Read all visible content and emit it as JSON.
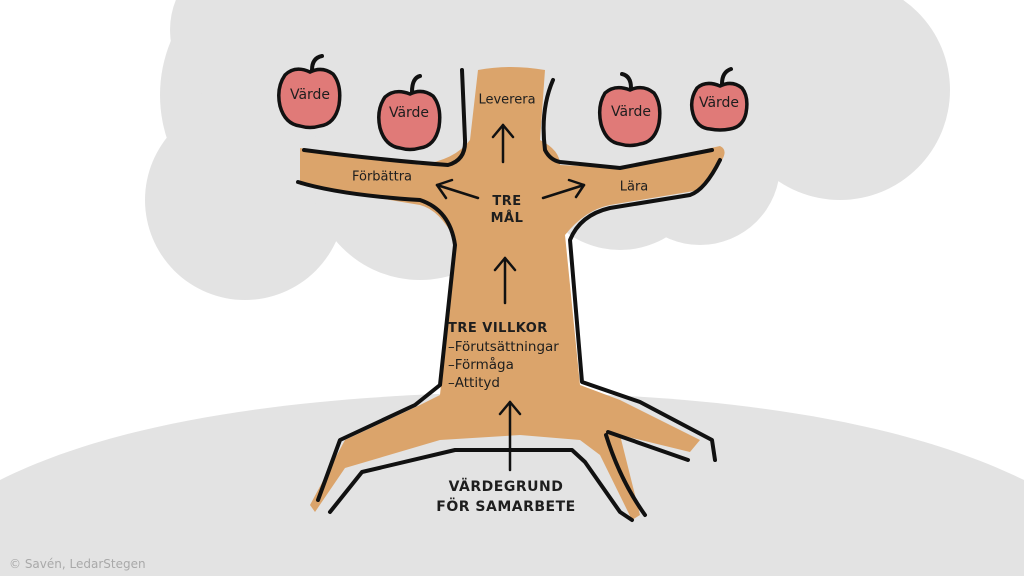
{
  "colors": {
    "background": "#ffffff",
    "cloud": "#e3e3e3",
    "ground": "#e3e3e3",
    "trunk": "#dba46b",
    "outline": "#111111",
    "apple": "#e07a78",
    "text": "#1e1e1e",
    "copyright": "#a9a9a9"
  },
  "apples": [
    {
      "label": "Värde"
    },
    {
      "label": "Värde"
    },
    {
      "label": "Värde"
    },
    {
      "label": "Värde"
    }
  ],
  "branches": {
    "top": "Leverera",
    "left": "Förbättra",
    "right": "Lära"
  },
  "goals": {
    "line1": "TRE",
    "line2": "MÅL"
  },
  "conditions": {
    "title": "TRE VILLKOR",
    "items": [
      "–Förutsättningar",
      "–Förmåga",
      "–Attityd"
    ]
  },
  "foundation": {
    "line1": "VÄRDEGRUND",
    "line2": "FÖR SAMARBETE"
  },
  "copyright": "© Savén, LedarStegen"
}
